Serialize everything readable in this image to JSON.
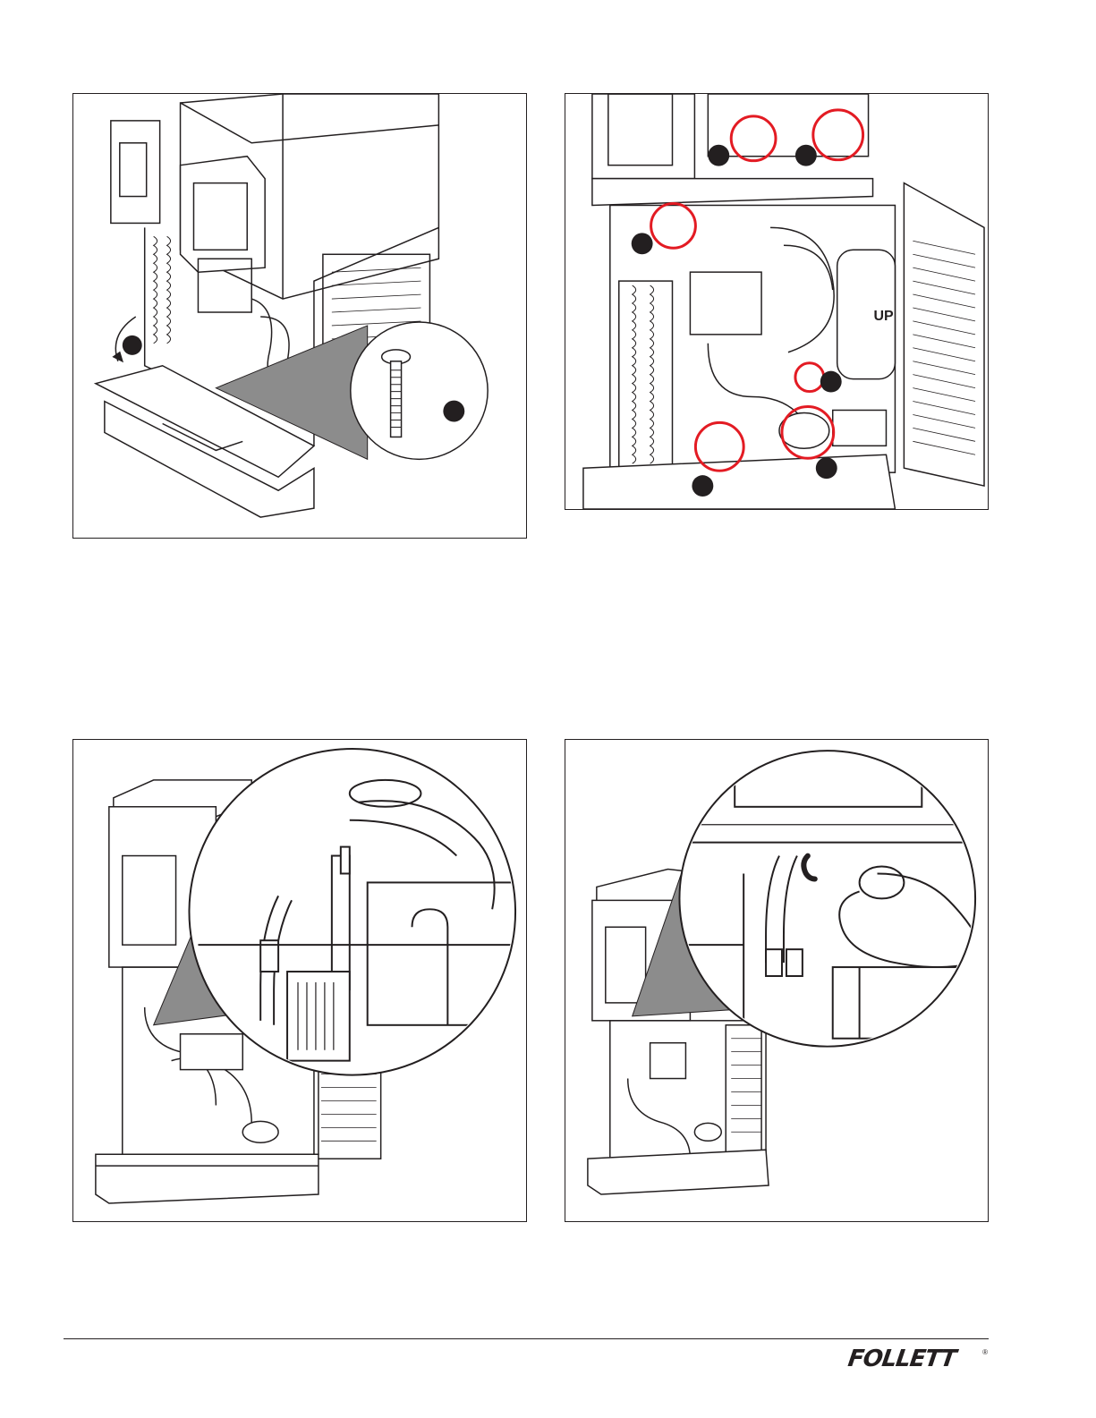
{
  "figures": [
    {
      "id": "figure-1",
      "callouts": 2,
      "inset": "screw-closeup"
    },
    {
      "id": "figure-2",
      "callouts": 6,
      "highlight_color": "#e31b23",
      "label": "UP"
    },
    {
      "id": "figure-3",
      "inset": "water-line-closeup"
    },
    {
      "id": "figure-4",
      "inset": "tube-clip-closeup"
    }
  ],
  "footer": {
    "brand": "FOLLETT",
    "trademark": "®"
  },
  "colors": {
    "line": "#231f20",
    "highlight": "#e31b23",
    "shade": "#8c8c8c"
  }
}
